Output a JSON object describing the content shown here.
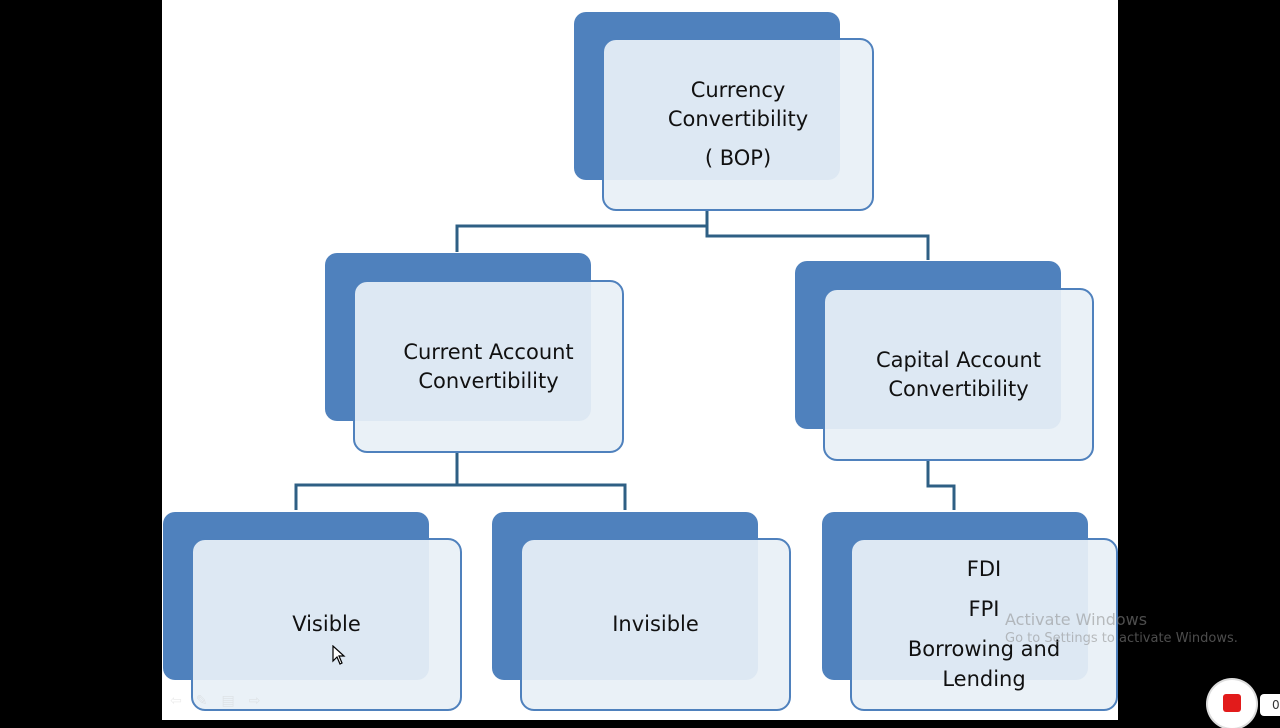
{
  "diagram": {
    "root": {
      "lines": [
        "Currency",
        "Convertibility",
        "( BOP)"
      ]
    },
    "current": {
      "lines": [
        "Current Account",
        "Convertibility"
      ]
    },
    "capital": {
      "lines": [
        "Capital Account",
        "Convertibility"
      ]
    },
    "visible": {
      "lines": [
        "Visible"
      ]
    },
    "invisible": {
      "lines": [
        "Invisible"
      ]
    },
    "capital_child": {
      "lines": [
        "FDI",
        "FPI",
        "Borrowing and",
        "Lending"
      ]
    }
  },
  "watermark": {
    "title": "Activate Windows",
    "subtitle": "Go to Settings to activate Windows."
  },
  "recorder": {
    "time": "0"
  },
  "colors": {
    "accent": "#4f81bd",
    "node_fill": "#e8f0f6",
    "connector": "#2e5f84"
  }
}
